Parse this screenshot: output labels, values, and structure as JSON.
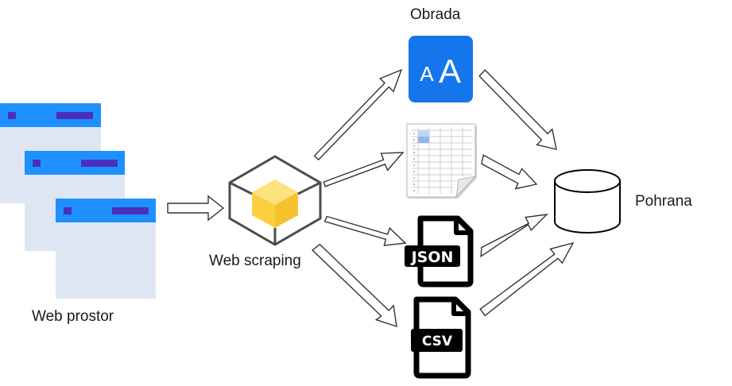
{
  "labels": {
    "web_space": "Web prostor",
    "scraping": "Web scraping",
    "processing": "Obrada",
    "storage": "Pohrana",
    "json_badge": "JSON",
    "csv_badge": "CSV",
    "font_icon_small": "A",
    "font_icon_large": "A"
  },
  "colors": {
    "browser_header": "#1e90ff",
    "browser_body": "#dfe6f3",
    "browser_bar": "#4a2fbf",
    "cube_fill": "#fcd55a",
    "font_icon_bg": "#1576ec",
    "arrow_stroke": "#333333"
  },
  "icons": {
    "web_space": "browser-windows-icon",
    "scraping": "cube-icon",
    "processing_text": "font-icon",
    "processing_table": "spreadsheet-icon",
    "processing_json": "json-file-icon",
    "processing_csv": "csv-file-icon",
    "storage": "database-cylinder-icon"
  }
}
